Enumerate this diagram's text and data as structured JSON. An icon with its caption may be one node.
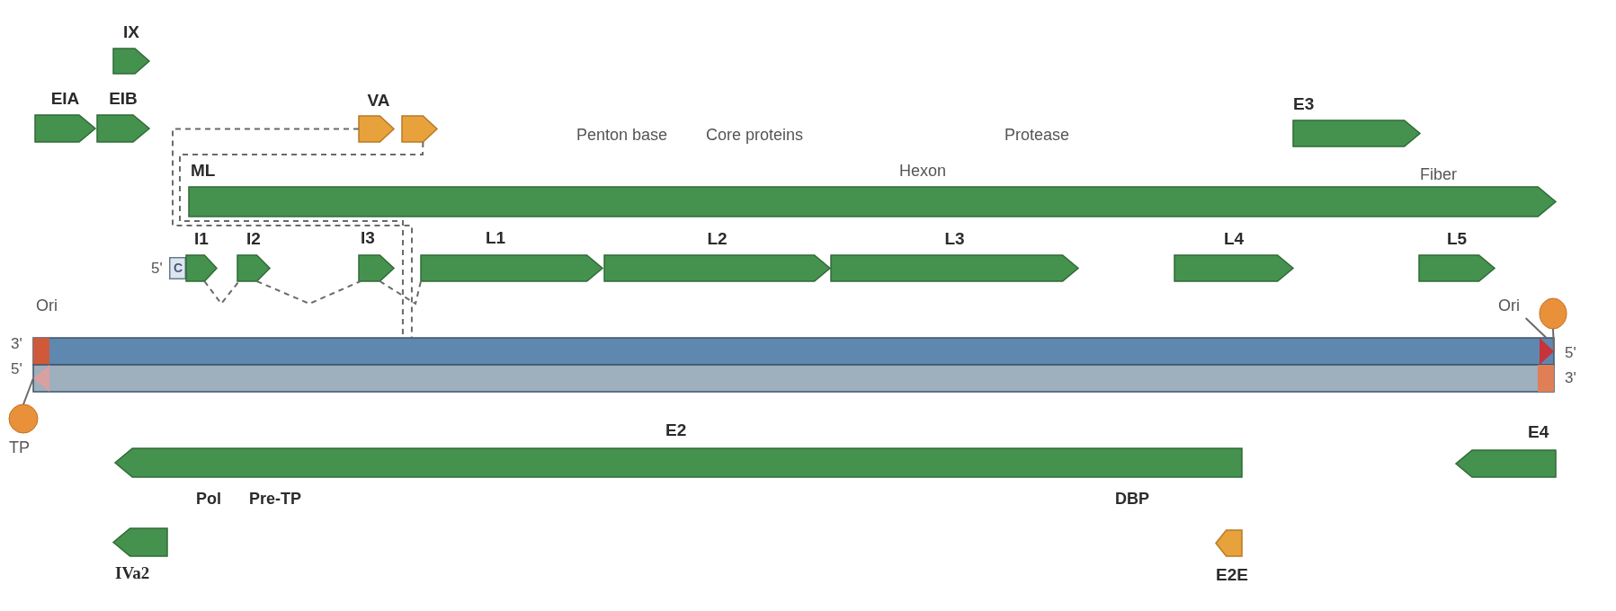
{
  "diagram": {
    "nodes": [
      {
        "text": [
          "IX"
        ]
      },
      {
        "text": [
          "EIA"
        ]
      },
      {
        "text": [
          "EIB"
        ]
      },
      {
        "text": [
          "VA"
        ]
      },
      {
        "text": [],
        "shape": "arrow"
      },
      {
        "text": [
          "E3"
        ]
      },
      {
        "text": [
          "ML"
        ],
        "beside": [
          "Penton base",
          "Core proteins",
          "Hexon",
          "Protease",
          "Fiber"
        ]
      },
      {
        "text": [
          "C"
        ],
        "beside": [
          "5'"
        ]
      },
      {
        "text": [
          "I1"
        ]
      },
      {
        "text": [
          "I2"
        ]
      },
      {
        "text": [
          "I3"
        ]
      },
      {
        "text": [
          "L1"
        ]
      },
      {
        "text": [
          "L2"
        ]
      },
      {
        "text": [
          "L3"
        ]
      },
      {
        "text": [
          "L4"
        ]
      },
      {
        "text": [
          "L5"
        ]
      },
      {
        "text": [],
        "shape": "bar",
        "beside": [
          "3'",
          "5'"
        ]
      },
      {
        "text": [],
        "shape": "bar",
        "beside": [
          "5'",
          "3'"
        ]
      },
      {
        "text": [
          "Ori"
        ]
      },
      {
        "text": [],
        "shape": "circle"
      },
      {
        "text": [
          "TP"
        ]
      },
      {
        "text": [
          "E2"
        ],
        "beside": [
          "Pol",
          "Pre-TP",
          "DBP"
        ]
      },
      {
        "text": [
          "E4"
        ]
      },
      {
        "text": [
          "IVa2"
        ]
      },
      {
        "text": [
          "E2E"
        ]
      }
    ],
    "edges": [
      {
        "from": 8,
        "to": 9,
        "arrow": "none",
        "style": "dashed"
      },
      {
        "from": 9,
        "to": 10,
        "arrow": "none",
        "style": "dashed"
      },
      {
        "from": 10,
        "to": 11,
        "arrow": "none",
        "style": "dashed"
      },
      {
        "from": 3,
        "to": 16,
        "arrow": "none",
        "style": "dashed"
      },
      {
        "from": 4,
        "to": 16,
        "arrow": "none",
        "style": "dashed"
      },
      {
        "from": 18,
        "to": 16,
        "arrow": "none"
      },
      {
        "from": 19,
        "to": 16,
        "arrow": "none"
      },
      {
        "from": 20,
        "to": 17,
        "arrow": "none"
      }
    ],
    "labels": [
      "Ori"
    ]
  }
}
